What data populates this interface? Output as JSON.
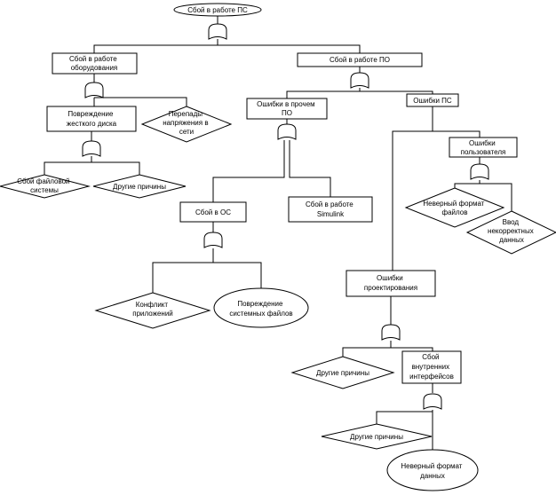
{
  "nodes": {
    "top_event": "Сбой в работе ПС",
    "hardware_failure": [
      "Сбой в работе",
      "оборудования"
    ],
    "software_failure": "Сбой в работе ПО",
    "hdd_damage": [
      "Повреждение",
      "жесткого диска"
    ],
    "power_surges": [
      "Перепады",
      "напряжения в",
      "сети"
    ],
    "fs_failure": [
      "Сбой файловой",
      "системы"
    ],
    "other_causes_hdd": "Другие причины",
    "other_sw_errors": [
      "Ошибки в прочем",
      "ПО"
    ],
    "ps_errors": "Ошибки ПС",
    "os_failure": "Сбой в ОС",
    "simulink_failure": [
      "Сбой в работе",
      "Simulink"
    ],
    "user_errors": [
      "Ошибки",
      "пользователя"
    ],
    "wrong_file_format": [
      "Неверный формат",
      "файлов"
    ],
    "invalid_input": [
      "Ввод",
      "некорректных",
      "данных"
    ],
    "app_conflict": [
      "Конфликт",
      "приложений"
    ],
    "sys_files_damage": [
      "Повреждение",
      "системных файлов"
    ],
    "design_errors": [
      "Ошибки",
      "проектирования"
    ],
    "other_causes_design": "Другие причины",
    "internal_interfaces": [
      "Сбой",
      "внутренних",
      "интерфейсов"
    ],
    "other_causes_interfaces": "Другие причины",
    "wrong_data_format": [
      "Неверный формат",
      "данных"
    ]
  }
}
